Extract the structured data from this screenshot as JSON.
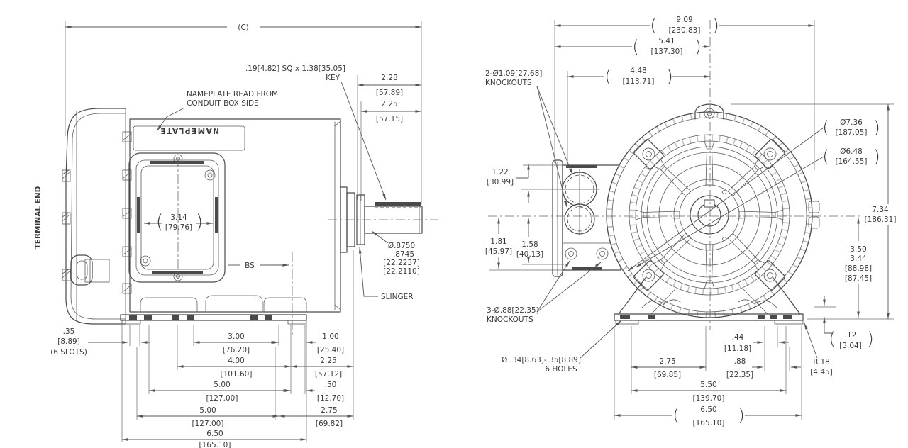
{
  "side": {
    "labels": {
      "terminal_end": "TERMINAL END",
      "c": "(C)",
      "key_spec": ".19[4.82] SQ x 1.38[35.05]",
      "key": "KEY",
      "note1": "NAMEPLATE READ FROM",
      "note2": "CONDUIT BOX SIDE",
      "nameplate": "NAMEPLATE",
      "bs": "BS",
      "slinger": "SLINGER",
      "shaft1": "Ø.8750",
      "shaft2": ".8745",
      "shaft3": "[22.2237]",
      "shaft4": "[22.2110]"
    },
    "dims": {
      "d228": {
        "in": "2.28",
        "mm": "[57.89]"
      },
      "d225": {
        "in": "2.25",
        "mm": "[57.15]"
      },
      "d314": {
        "in": "3.14",
        "mm": "[79.76]"
      },
      "slot": {
        "in": ".35",
        "mm": "[8.89]",
        "note": "(6 SLOTS)"
      },
      "d300": {
        "in": "3.00",
        "mm": "[76.20]"
      },
      "d100": {
        "in": "1.00",
        "mm": "[25.40]"
      },
      "d400": {
        "in": "4.00",
        "mm": "[101.60]"
      },
      "d225b": {
        "in": "2.25",
        "mm": "[57.12]"
      },
      "d500a": {
        "in": "5.00",
        "mm": "[127.00]"
      },
      "d050": {
        "in": ".50",
        "mm": "[12.70]"
      },
      "d500b": {
        "in": "5.00",
        "mm": "[127.00]"
      },
      "d275": {
        "in": "2.75",
        "mm": "[69.82]"
      },
      "d650": {
        "in": "6.50",
        "mm": "[165.10]"
      }
    }
  },
  "end": {
    "labels": {
      "ko_top1": "2-Ø1.09[27.68]",
      "ko_top2": "KNOCKOUTS",
      "ko_bot1": "3-Ø.88[22.35]",
      "ko_bot2": "KNOCKOUTS",
      "holes1": "Ø .34[8.63]-.35[8.89]",
      "holes2": "6 HOLES"
    },
    "dims": {
      "d909": {
        "in": "9.09",
        "mm": "[230.83]"
      },
      "d541": {
        "in": "5.41",
        "mm": "[137.30]"
      },
      "d448": {
        "in": "4.48",
        "mm": "[113.71]"
      },
      "d736": {
        "in": "Ø7.36",
        "mm": "[187.05]"
      },
      "d648": {
        "in": "Ø6.48",
        "mm": "[164.55]"
      },
      "d122": {
        "in": "1.22",
        "mm": "[30.99]"
      },
      "d181": {
        "in": "1.81",
        "mm": "[45.97]"
      },
      "d158": {
        "in": "1.58",
        "mm": "[40.13]"
      },
      "d734": {
        "in": "7.34",
        "mm": "[186.31]"
      },
      "d350": {
        "a": "3.50",
        "b": "3.44",
        "ma": "[88.98]",
        "mb": "[87.45]"
      },
      "d012": {
        "in": ".12",
        "mm": "[3.04]"
      },
      "d044": {
        "in": ".44",
        "mm": "[11.18]"
      },
      "d275": {
        "in": "2.75",
        "mm": "[69.85]"
      },
      "d088": {
        "in": ".88",
        "mm": "[22.35]"
      },
      "d550": {
        "in": "5.50",
        "mm": "[139.70]"
      },
      "d650": {
        "in": "6.50",
        "mm": "[165.10]"
      },
      "r018": {
        "in": "R.18",
        "mm": "[4.45]"
      }
    }
  },
  "glyphs": {
    "po": "(",
    "pc": ")"
  }
}
